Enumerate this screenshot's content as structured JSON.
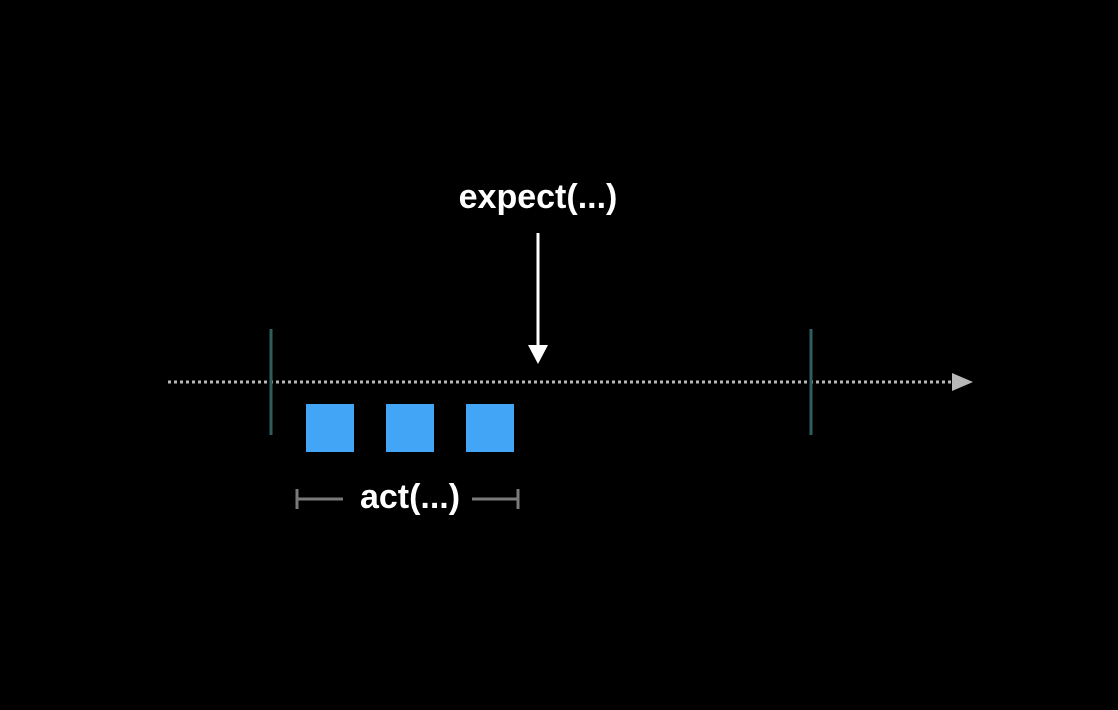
{
  "labels": {
    "expect": "expect(...)",
    "act": "act(...)"
  },
  "boxes": {
    "count": 3
  },
  "colors": {
    "background": "#000000",
    "timeline": "#b8b8b8",
    "boundary": "#2f5e5e",
    "box": "#42a5f5",
    "arrow": "#ffffff",
    "bracket": "#7a7a7a",
    "text": "#ffffff"
  }
}
